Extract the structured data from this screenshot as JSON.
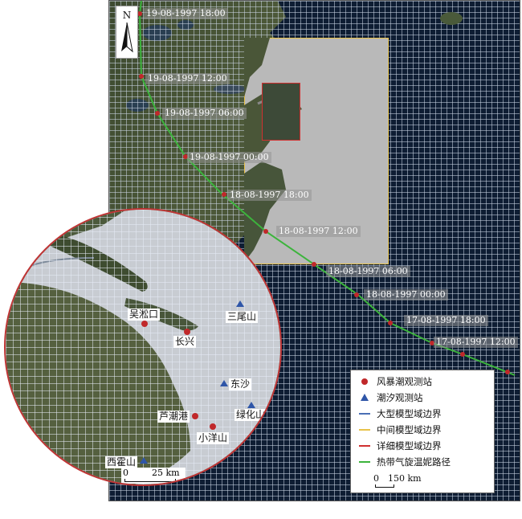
{
  "map": {
    "north_label": "N",
    "track_labels": [
      "19-08-1997 18:00",
      "19-08-1997 12:00",
      "19-08-1997 06:00",
      "19-08-1997 00:00",
      "18-08-1997 18:00",
      "18-08-1997 12:00",
      "18-08-1997 06:00",
      "18-08-1997 00:00",
      "17-08-1997 18:00",
      "17-08-1997 12:00"
    ],
    "main_scale": {
      "zero": "0",
      "label": "150 km"
    }
  },
  "inset": {
    "stations": {
      "wusongkou": "吴淞口",
      "changxing": "长兴",
      "sanweishan": "三尾山",
      "dongsha": "东沙",
      "luchaogang": "芦潮港",
      "lvhuashan": "绿化山",
      "xiaoyangshan": "小洋山",
      "xixiashan": "西霍山"
    },
    "scale": {
      "zero": "0",
      "label": "25 km"
    }
  },
  "legend": {
    "storm_station": "风暴潮观测站",
    "tide_station": "潮汐观测站",
    "large_domain": "大型模型域边界",
    "middle_domain": "中间模型域边界",
    "detail_domain": "详细模型域边界",
    "typhoon_track": "热带气旋温妮路径"
  },
  "colors": {
    "storm_station": "#c0282a",
    "tide_station": "#2f56a8",
    "large_domain": "#4a6fb5",
    "middle_domain": "#e8c24a",
    "detail_domain": "#d03030",
    "typhoon_track": "#3cb43c"
  }
}
